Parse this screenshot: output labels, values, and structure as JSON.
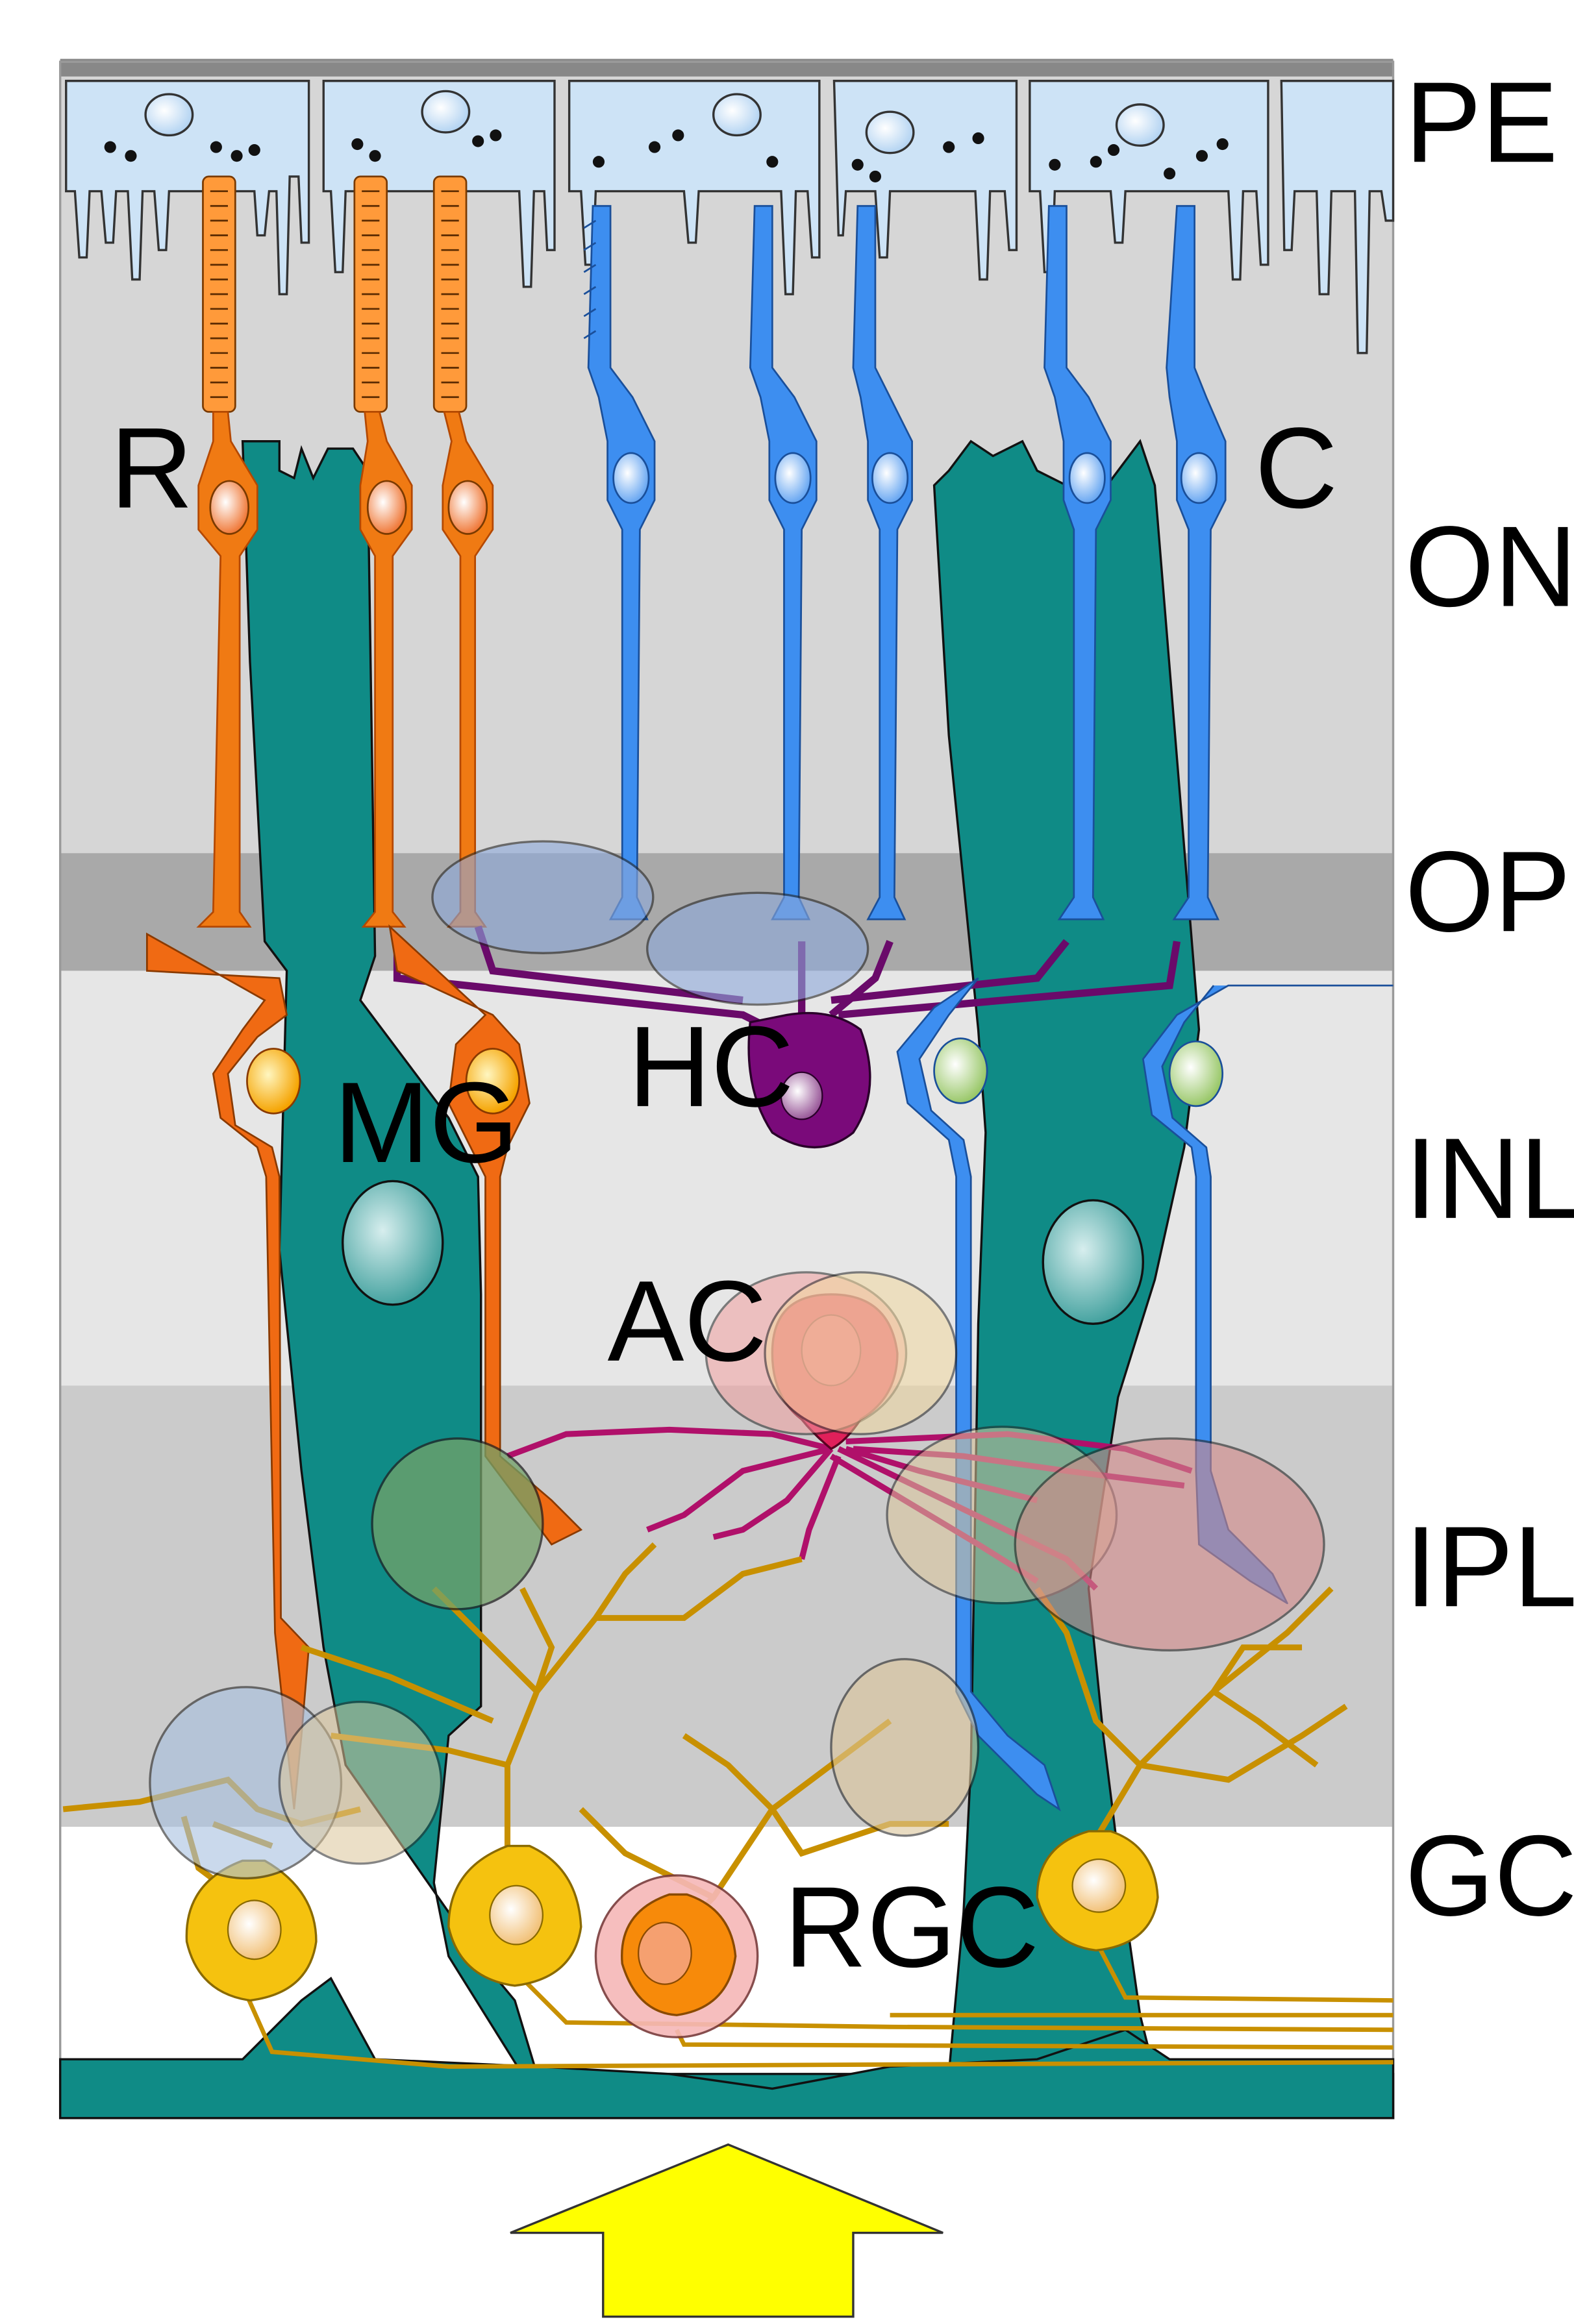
{
  "layers": [
    {
      "id": "pe",
      "label": "PE"
    },
    {
      "id": "onl",
      "label": "ONL"
    },
    {
      "id": "opl",
      "label": "OPL"
    },
    {
      "id": "inl",
      "label": "INL"
    },
    {
      "id": "ipl",
      "label": "IPL"
    },
    {
      "id": "gcl",
      "label": "GCL"
    }
  ],
  "cells": {
    "rod": "R",
    "cone": "C",
    "horizontal": "HC",
    "muller": "MG",
    "amacrine": "AC",
    "ganglion": "RGC"
  },
  "colors": {
    "pe": "#cde3f6",
    "rod": "#f07a13",
    "cone": "#3d8ef0",
    "muller": "#0f8b86",
    "horizontal": "#7a0a7a",
    "amacrine": "#c8105c",
    "ganglion": "#f5c20f",
    "arrow": "#ffff00"
  },
  "light_arrow_icon": "arrow-up-icon"
}
